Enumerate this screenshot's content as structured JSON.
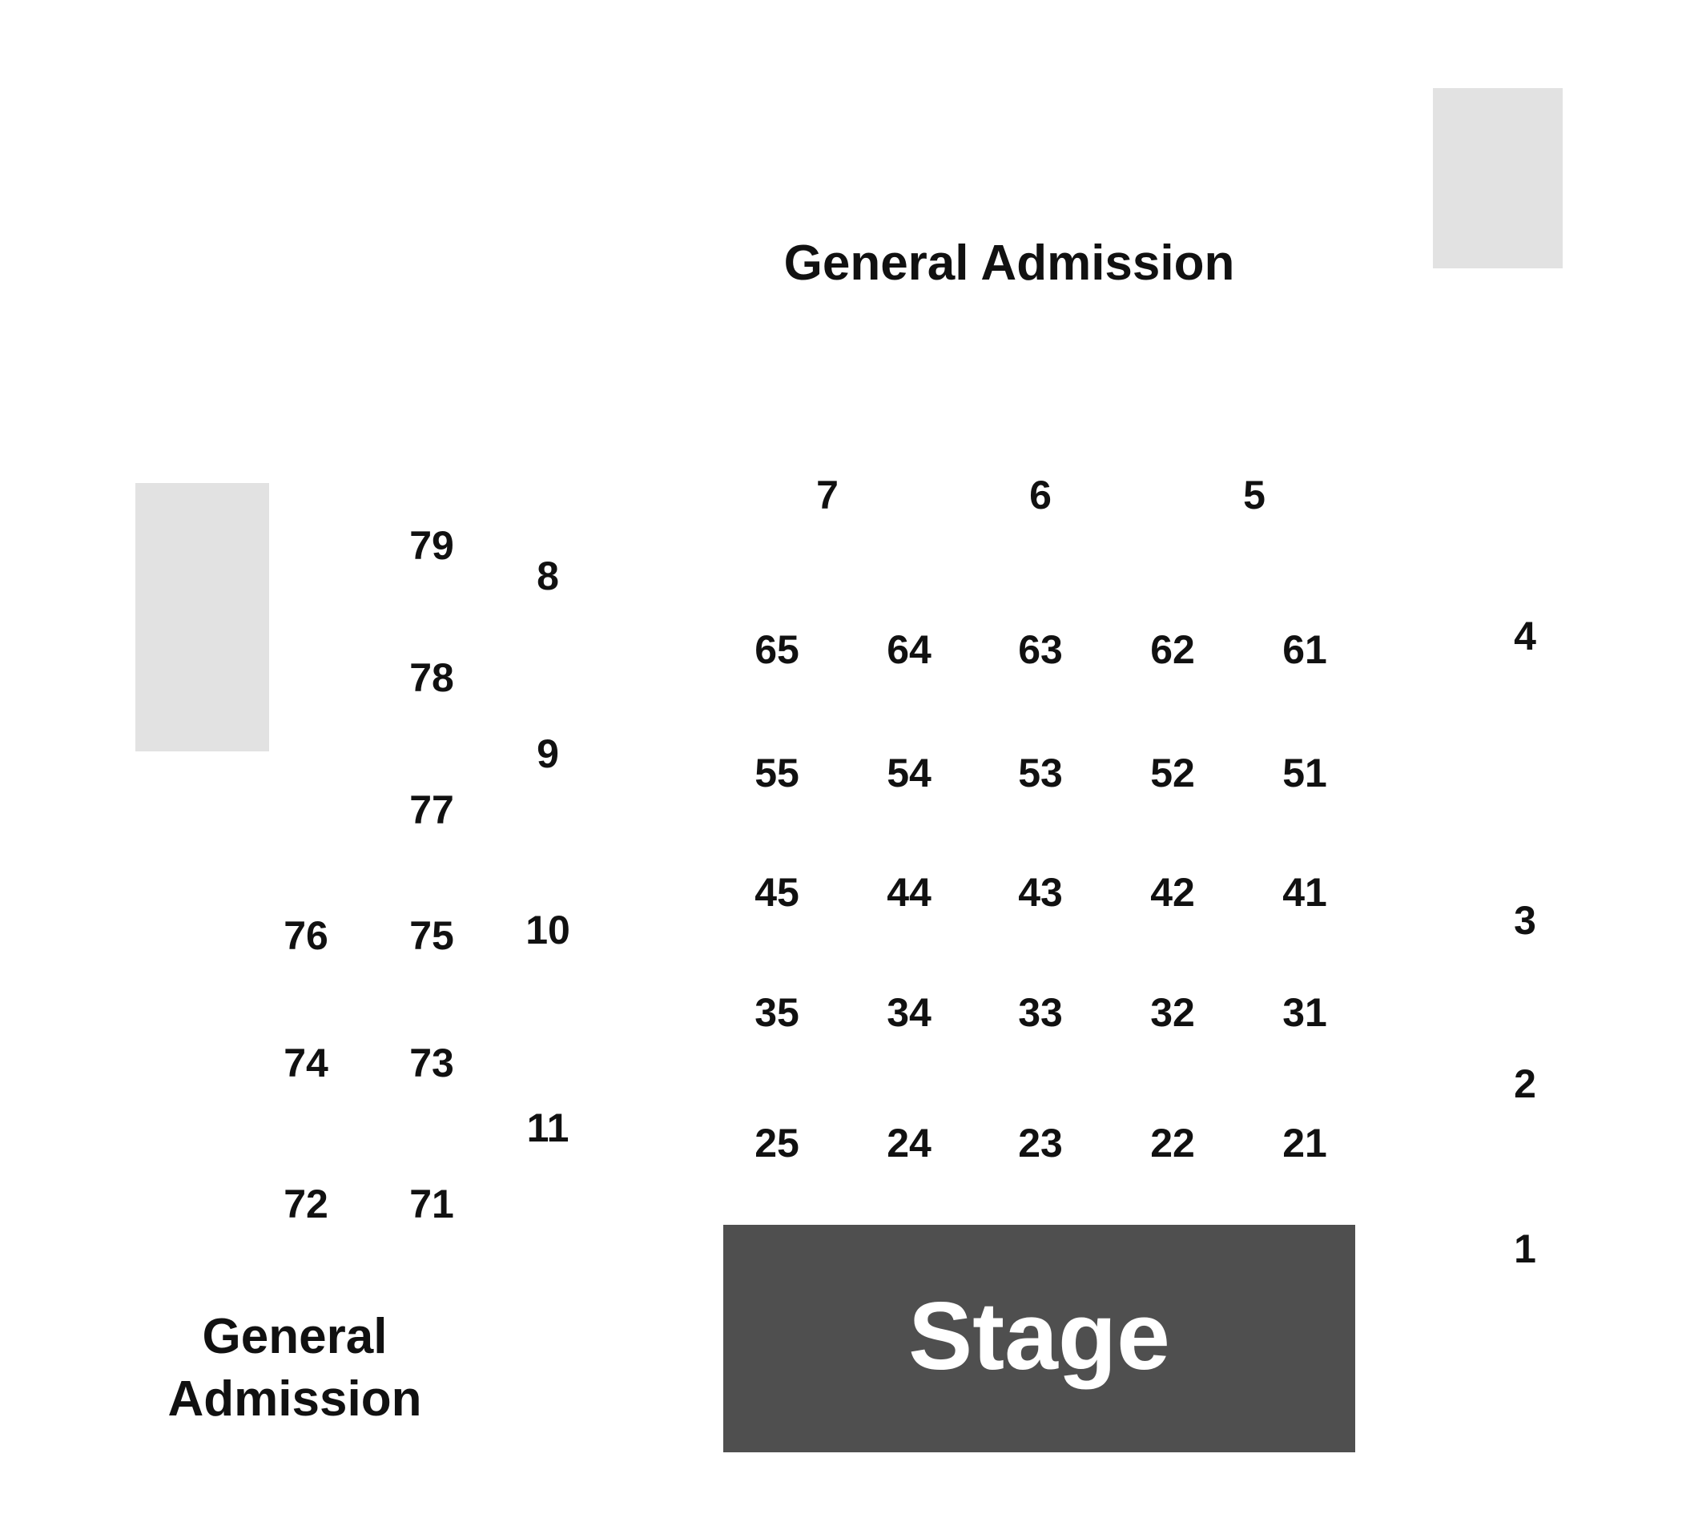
{
  "venue": {
    "stage_label": "Stage",
    "general_admission_top": "General Admission",
    "general_admission_left": "General Admission"
  },
  "tables": {
    "t1": "1",
    "t2": "2",
    "t3": "3",
    "t4": "4",
    "t5": "5",
    "t6": "6",
    "t7": "7",
    "t8": "8",
    "t9": "9",
    "t10": "10",
    "t11": "11",
    "t21": "21",
    "t22": "22",
    "t23": "23",
    "t24": "24",
    "t25": "25",
    "t31": "31",
    "t32": "32",
    "t33": "33",
    "t34": "34",
    "t35": "35",
    "t41": "41",
    "t42": "42",
    "t43": "43",
    "t44": "44",
    "t45": "45",
    "t51": "51",
    "t52": "52",
    "t53": "53",
    "t54": "54",
    "t55": "55",
    "t61": "61",
    "t62": "62",
    "t63": "63",
    "t64": "64",
    "t65": "65",
    "t71": "71",
    "t72": "72",
    "t73": "73",
    "t74": "74",
    "t75": "75",
    "t76": "76",
    "t77": "77",
    "t78": "78",
    "t79": "79"
  },
  "colors": {
    "stage": "#4f4f4f",
    "blocked_area": "#e2e2e2",
    "text": "#111111"
  }
}
